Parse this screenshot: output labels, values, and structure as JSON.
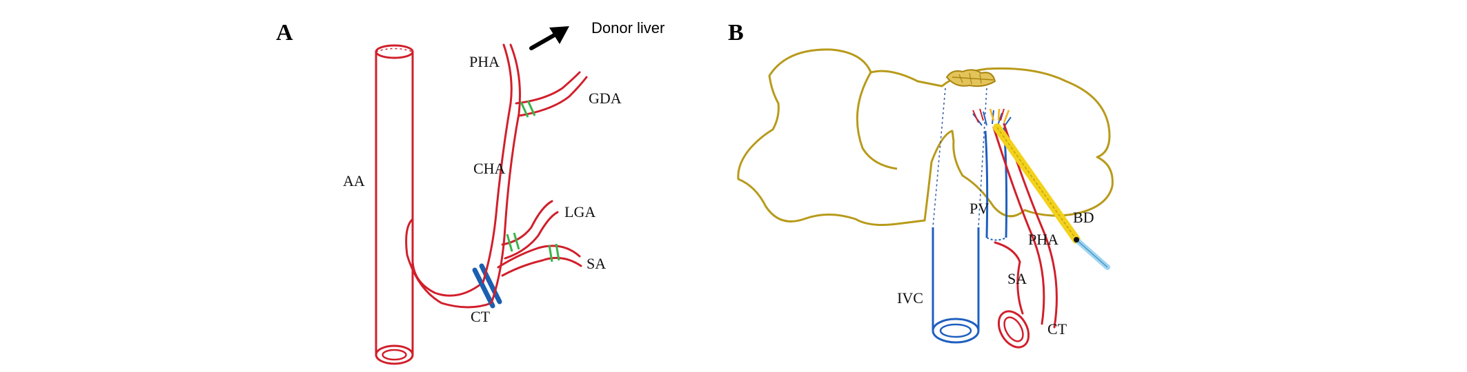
{
  "panels": {
    "a": {
      "letter": "A",
      "labels": {
        "aa": "AA",
        "pha": "PHA",
        "gda": "GDA",
        "cha": "CHA",
        "lga": "LGA",
        "sa": "SA",
        "ct": "CT"
      },
      "annotation": "Donor liver"
    },
    "b": {
      "letter": "B",
      "labels": {
        "pv": "PV",
        "bd": "BD",
        "pha": "PHA",
        "sa": "SA",
        "ivc": "IVC",
        "ct": "CT"
      }
    }
  },
  "colors": {
    "artery": "#d11f2b",
    "vein": "#1f5fbf",
    "clip": "#37b34a",
    "clamp": "#1a5fb0",
    "liver_outline": "#b89a1a",
    "bile_duct": "#f2d21b",
    "stent": "#9fd4f0"
  }
}
